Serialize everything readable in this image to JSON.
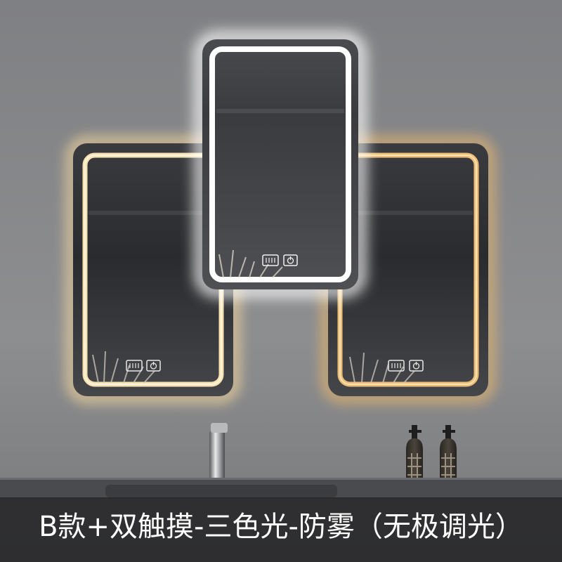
{
  "caption": "B款+双触摸-三色光-防雾（无极调光）",
  "mirrors": [
    {
      "name": "left",
      "light_color": "#f3d49a"
    },
    {
      "name": "center",
      "light_color": "#ffffff"
    },
    {
      "name": "right",
      "light_color": "#e6b56c"
    }
  ],
  "touch_buttons": [
    "defog-icon",
    "power-icon"
  ],
  "colors": {
    "wall": "#8a8b8d",
    "mirror_glass": "#2d2e31",
    "counter": "#2b2b2d"
  }
}
